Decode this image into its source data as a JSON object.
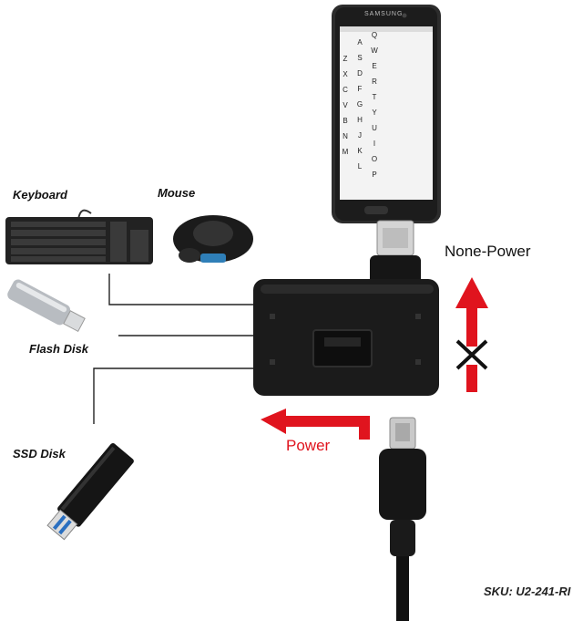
{
  "labels": {
    "keyboard": "Keyboard",
    "mouse": "Mouse",
    "flash_disk": "Flash Disk",
    "ssd_disk": "SSD Disk",
    "none_power": "None-Power",
    "power": "Power",
    "sku": "SKU: U2-241-RI",
    "phone_brand": "SAMSUNG"
  },
  "keyboard_rows": [
    [
      "Q",
      "W",
      "E",
      "R",
      "T",
      "Y",
      "U",
      "I",
      "O",
      "P"
    ],
    [
      "A",
      "S",
      "D",
      "F",
      "G",
      "H",
      "J",
      "K",
      "L"
    ],
    [
      "Z",
      "X",
      "C",
      "V",
      "B",
      "N",
      "M"
    ]
  ],
  "colors": {
    "arrow_red": "#e0141e",
    "device_black": "#1a1a1a"
  }
}
